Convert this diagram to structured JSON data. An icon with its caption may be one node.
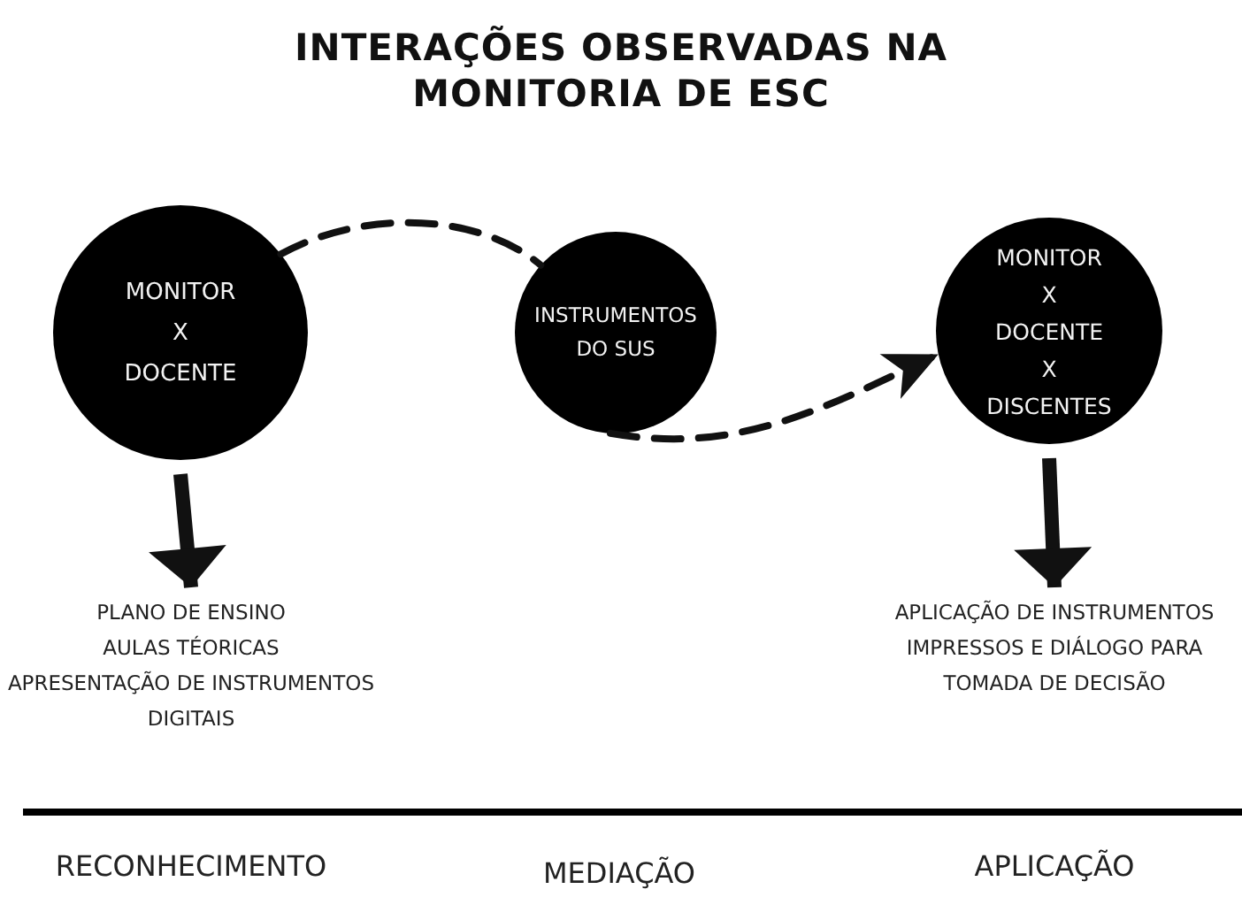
{
  "diagram": {
    "title": "INTERAÇÕES OBSERVADAS NA MONITORIA DE ESC",
    "nodes": [
      {
        "text": [
          "MONITOR X DOCENTE"
        ]
      },
      {
        "text": [
          "INSTRUMENTOS DO SUS"
        ]
      },
      {
        "text": [
          "MONITOR X DOCENTE X DISCENTES"
        ]
      },
      {
        "text": [
          "PLANO DE ENSINO",
          "AULAS TÉORICAS",
          "APRESENTAÇÃO DE INSTRUMENTOS DIGITAIS"
        ]
      },
      {
        "text": [
          "APLICAÇÃO DE INSTRUMENTOS IMPRESSOS E DIÁLOGO PARA TOMADA DE DECISÃO"
        ]
      }
    ],
    "edges": [
      {
        "from": 0,
        "to": 1,
        "arrow": "none",
        "style": "dashed"
      },
      {
        "from": 1,
        "to": 2,
        "arrow": "to",
        "style": "dashed"
      },
      {
        "from": 0,
        "to": 3,
        "arrow": "to",
        "style": "thick"
      },
      {
        "from": 2,
        "to": 4,
        "arrow": "to",
        "style": "thick"
      }
    ],
    "labels": [
      "RECONHECIMENTO",
      "MEDIAÇÃO",
      "APLICAÇÃO"
    ]
  }
}
